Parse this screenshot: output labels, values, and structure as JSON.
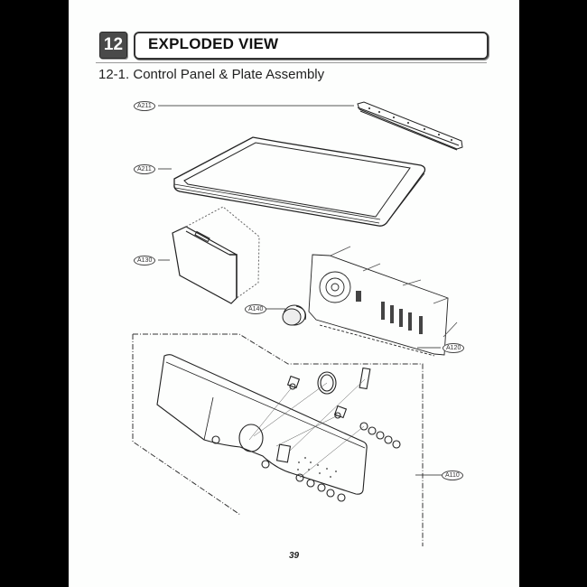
{
  "header": {
    "chapter_number": "12",
    "chapter_title": "EXPLODED VIEW"
  },
  "section": {
    "title": "12-1. Control Panel & Plate Assembly"
  },
  "diagram": {
    "callouts": [
      {
        "id": "c1",
        "label": "A211",
        "part": "rear bracket / hinge plate"
      },
      {
        "id": "c2",
        "label": "A211",
        "part": "top plate"
      },
      {
        "id": "c3",
        "label": "A130",
        "part": "drawer / dispenser housing"
      },
      {
        "id": "c4",
        "label": "A140",
        "part": "knob"
      },
      {
        "id": "c5",
        "label": "A120",
        "part": "PCB / control board"
      },
      {
        "id": "c6",
        "label": "A110",
        "part": "control panel assembly"
      }
    ]
  },
  "footer": {
    "page_number": "39"
  }
}
